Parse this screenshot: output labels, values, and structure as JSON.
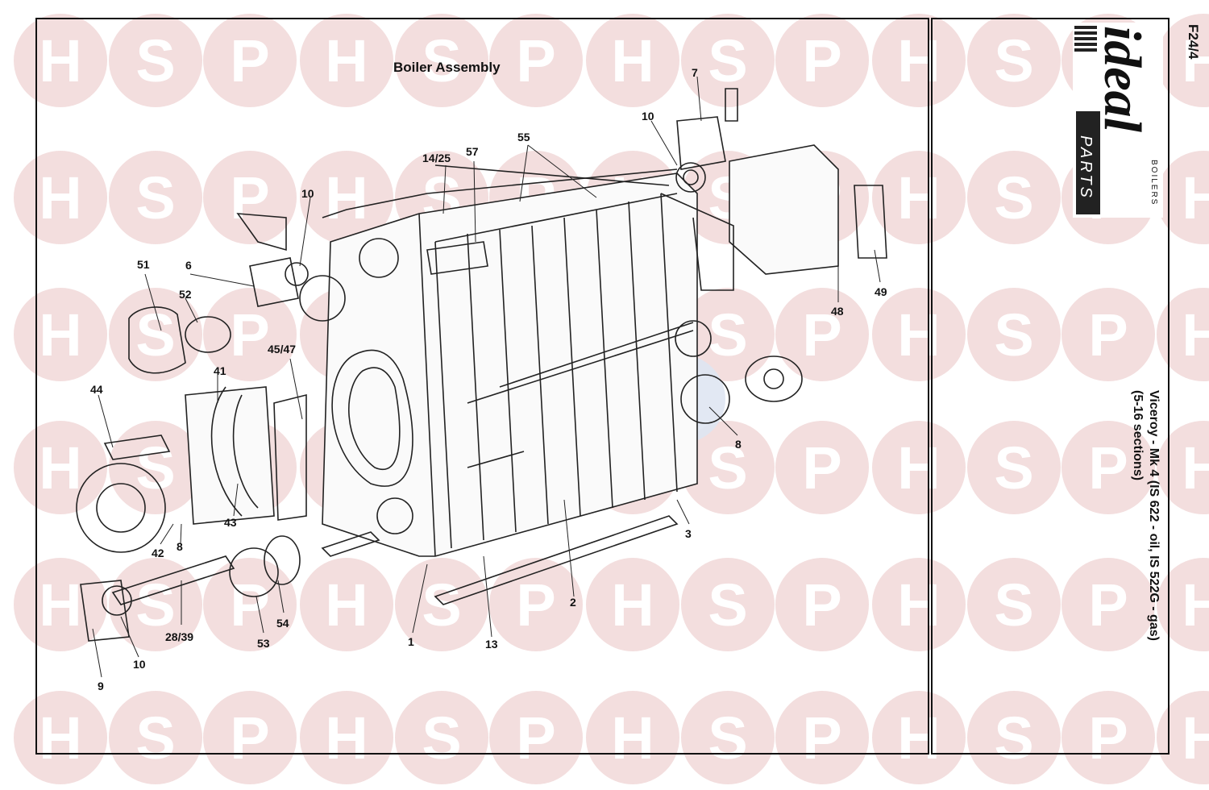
{
  "diagram": {
    "title": "Boiler Assembly",
    "part_labels": [
      "1",
      "2",
      "3",
      "6",
      "7",
      "8",
      "9",
      "10",
      "10",
      "10",
      "13",
      "14/25",
      "28/39",
      "41",
      "42",
      "43",
      "44",
      "45/47",
      "48",
      "49",
      "51",
      "52",
      "53",
      "54",
      "55",
      "57",
      "8"
    ]
  },
  "sidebar": {
    "code": "F24/4",
    "brand": "ideal",
    "brand_sub": "BOILERS",
    "brand_parts": "PARTS",
    "model_line1": "Viceroy - Mk 4 (IS 622 - oil, IS 522G - gas)",
    "model_line2": "(5-16 sections)"
  },
  "watermark": {
    "letters": [
      "H",
      "S",
      "P"
    ],
    "color": "#f3dede",
    "text_color": "#ffffff",
    "center_color": "#dfe6f2"
  }
}
